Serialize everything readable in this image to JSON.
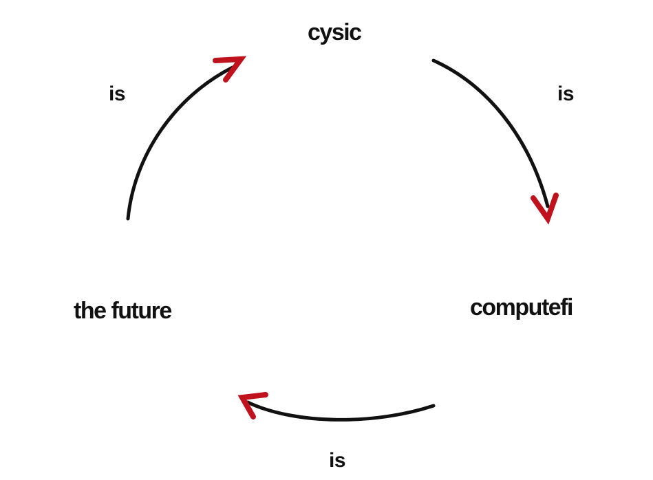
{
  "diagram": {
    "nodes": {
      "top": "cysic",
      "right": "computefi",
      "left": "the future"
    },
    "edges": {
      "top_to_right": "is",
      "right_to_left": "is",
      "left_to_top": "is"
    },
    "colors": {
      "arrow_line": "#111111",
      "arrow_head": "#c0121c",
      "text": "#111111",
      "background": "#ffffff"
    }
  }
}
